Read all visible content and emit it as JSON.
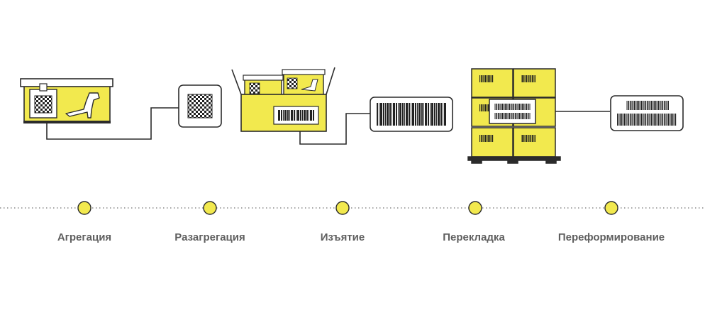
{
  "colors": {
    "accent": "#f2e94e",
    "line": "#2b2b2b",
    "dots": "#8a8a8a",
    "label": "#5f5f5f"
  },
  "icons": [
    "shoebox-icon",
    "datamatrix-code-icon",
    "carton-box-icon",
    "barcode-icon",
    "pallet-icon",
    "sscc-barcode-icon"
  ],
  "steps": [
    {
      "label": "Агрегация"
    },
    {
      "label": "Разагрегация"
    },
    {
      "label": "Изъятие"
    },
    {
      "label": "Перекладка"
    },
    {
      "label": "Переформирование"
    }
  ]
}
